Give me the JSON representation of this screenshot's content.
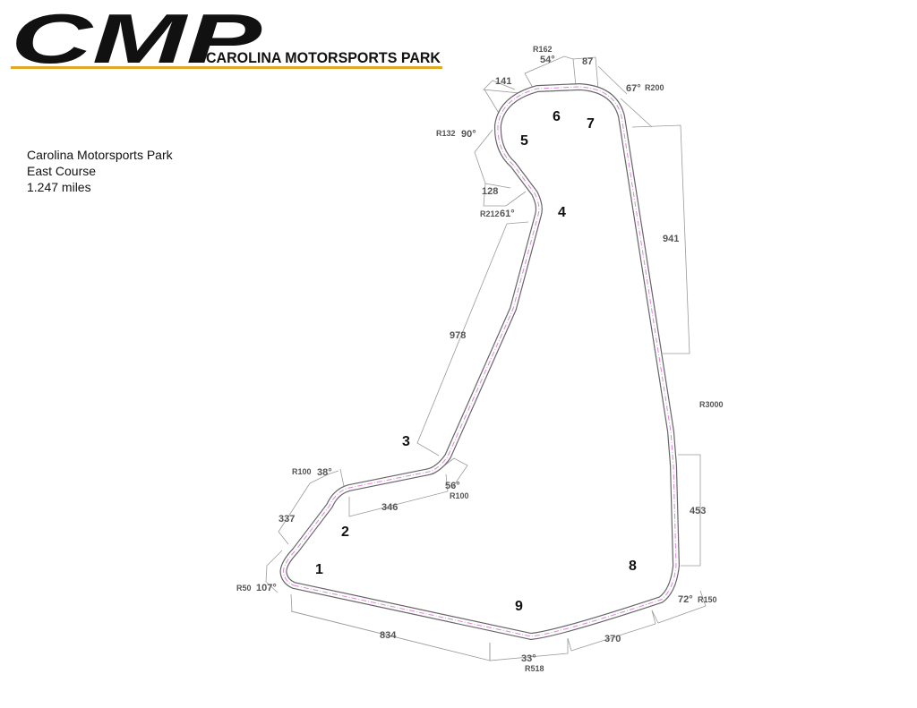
{
  "logo": {
    "wordmark": "CMP",
    "name": "CAROLINA MOTORSPORTS PARK",
    "accent_color": "#e0a826"
  },
  "info": {
    "track": "Carolina Motorsports Park",
    "course": "East Course",
    "length": "1.247 miles"
  },
  "colors": {
    "track_outline": "#666666",
    "center_line": "#d98ad9"
  },
  "turns": [
    "1",
    "2",
    "3",
    "4",
    "5",
    "6",
    "7",
    "8",
    "9"
  ],
  "segments": {
    "s834": "834",
    "s346": "346",
    "s337": "337",
    "s978": "978",
    "s128": "128",
    "s141": "141",
    "s87": "87",
    "s941": "941",
    "s453": "453",
    "s370": "370"
  },
  "angles": {
    "a107": "107°",
    "a38": "38°",
    "a56": "56°",
    "a61": "61°",
    "a90": "90°",
    "a54": "54°",
    "a67": "67°",
    "a72": "72°",
    "a33": "33°"
  },
  "radii": {
    "r50": "R50",
    "r100a": "R100",
    "r100b": "R100",
    "r212": "R212",
    "r132": "R132",
    "r162": "R162",
    "r200": "R200",
    "r3000": "R3000",
    "r150": "R150",
    "r518": "R518"
  }
}
